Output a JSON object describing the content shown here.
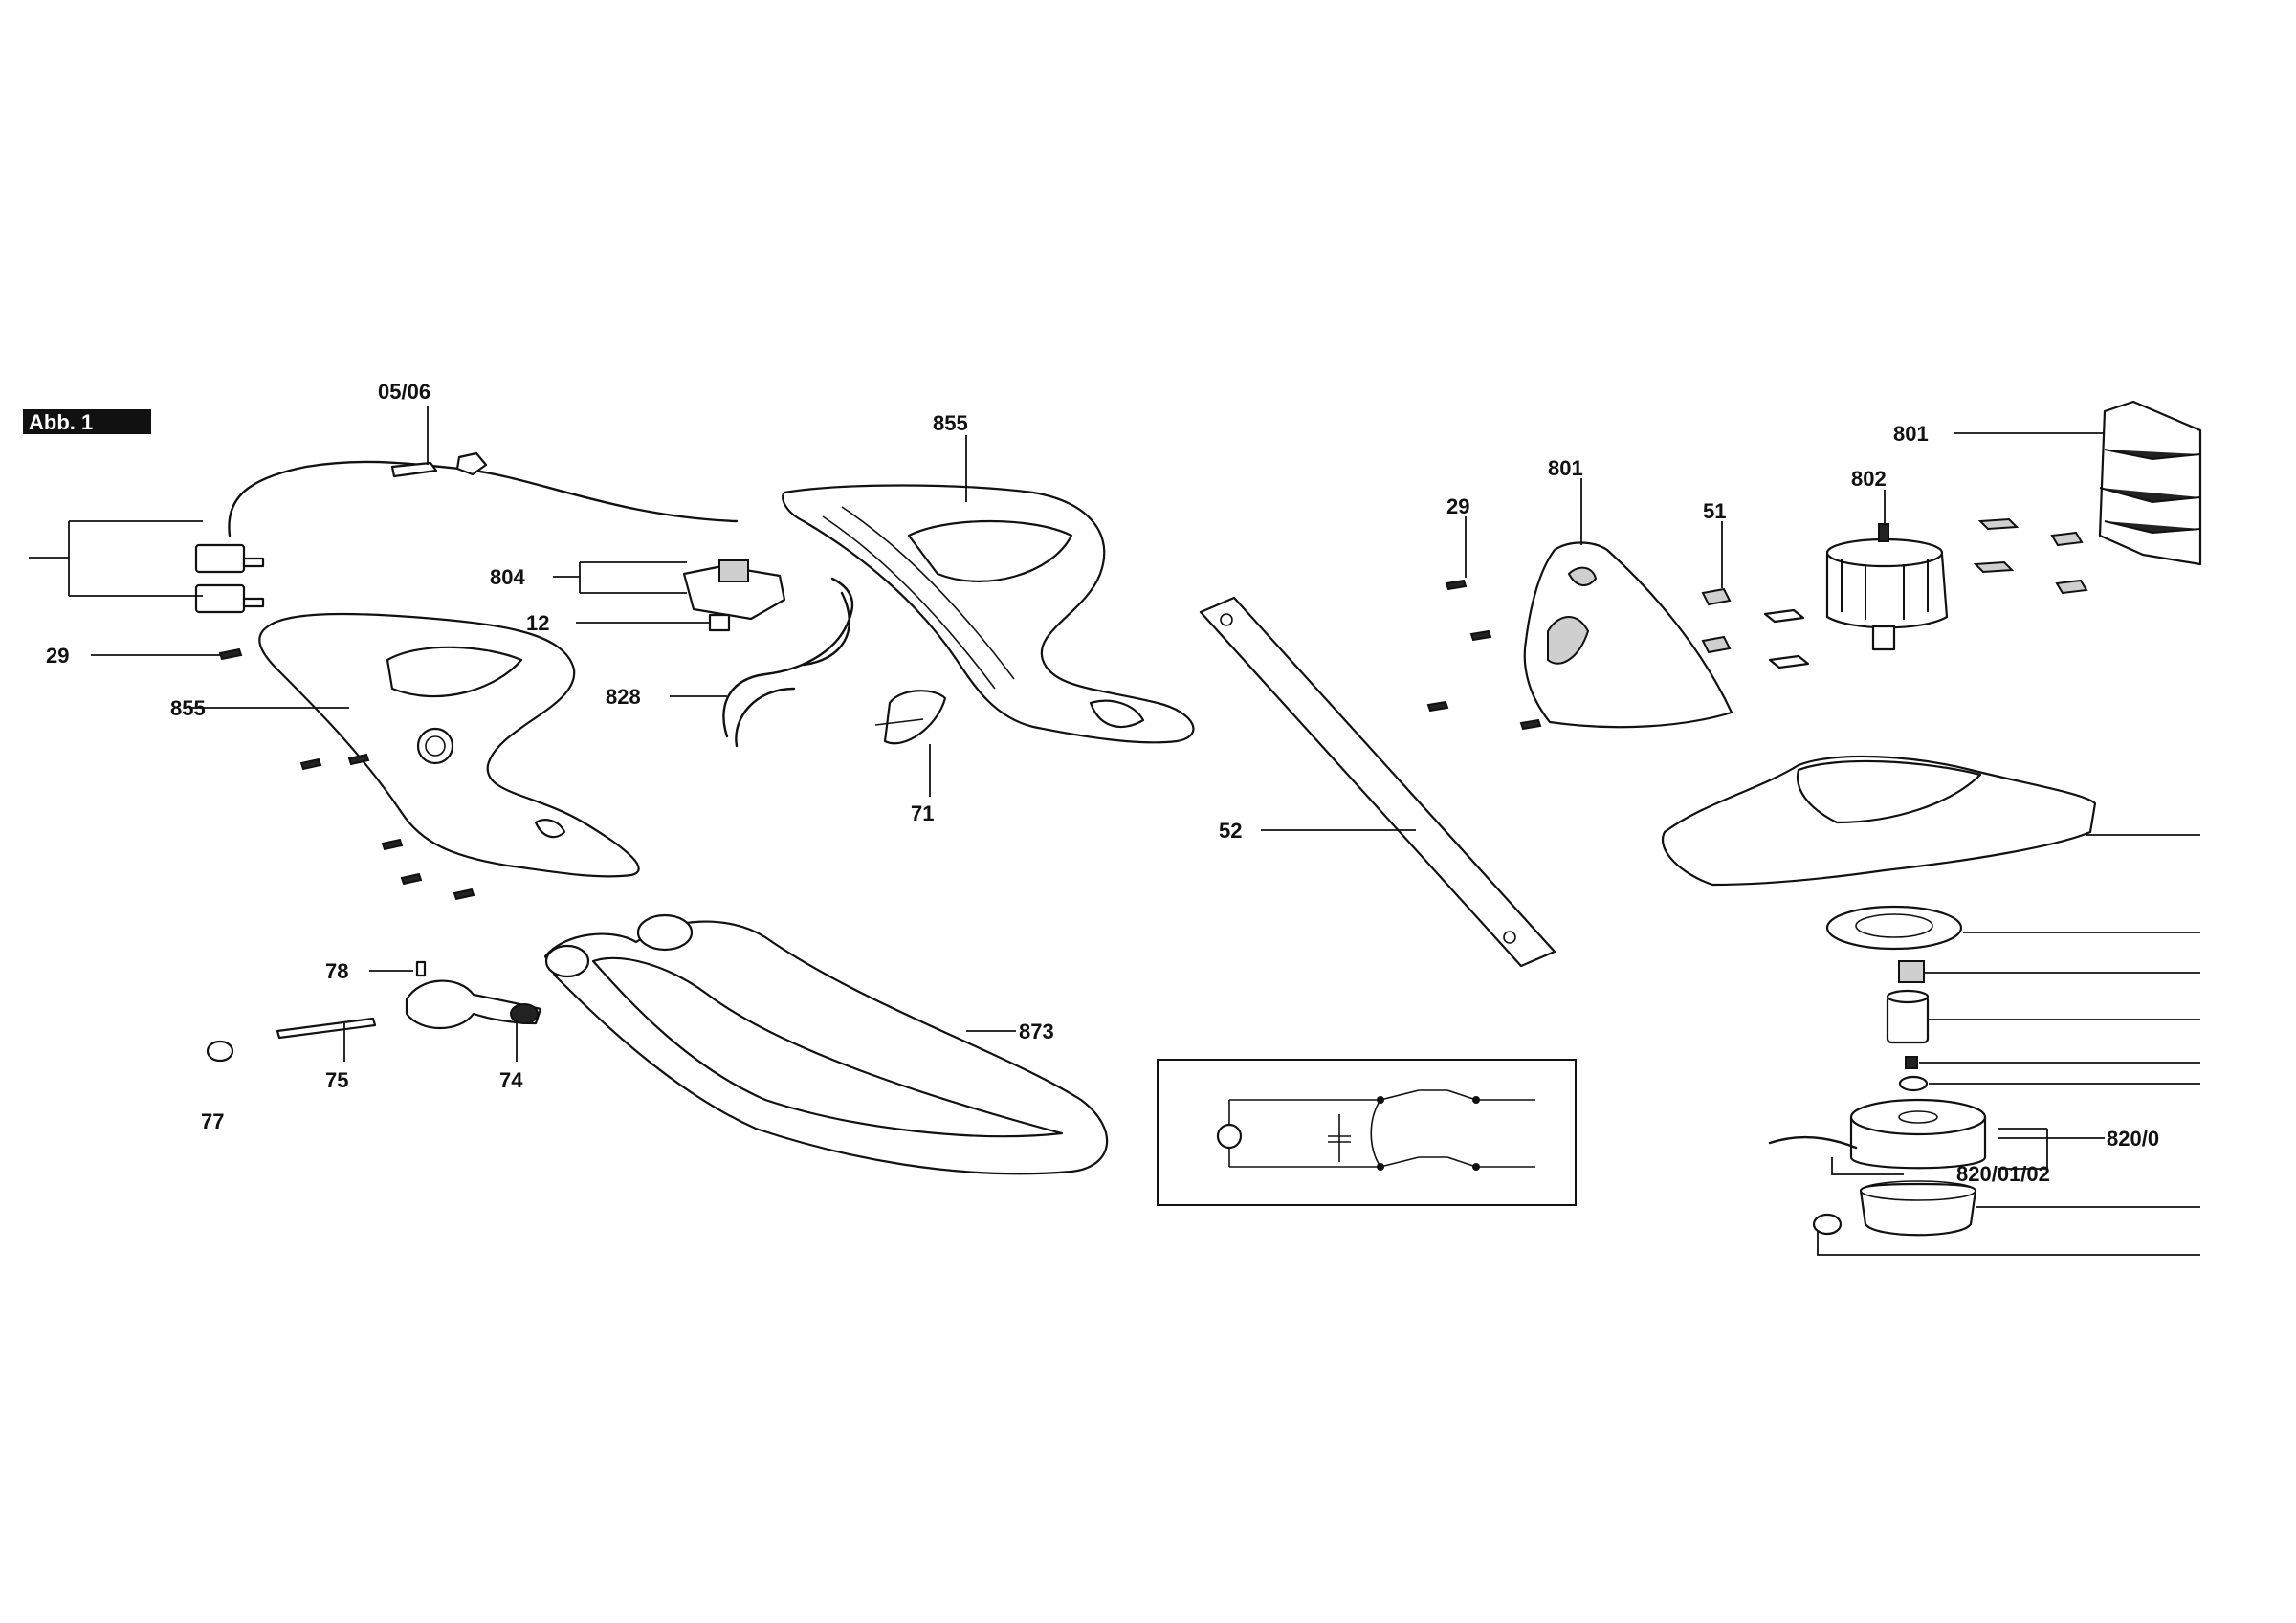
{
  "figure": {
    "tag": "Abb. 1",
    "colors": {
      "ink": "#111111",
      "paper": "#ffffff",
      "tag_bg": "#111111",
      "tag_fg": "#ffffff"
    }
  },
  "labels": {
    "cable": "05/06",
    "handle_half_top": "855",
    "handle_half_left": "855",
    "motor_housing_top": "801",
    "motor_housing_mid": "801",
    "motor": "802",
    "brush_block": "51",
    "screw_top": "29",
    "screw_left": "29",
    "switch": "804",
    "switch_spring": "12",
    "internal_wire": "828",
    "clip": "71",
    "tube": "52",
    "screw_78": "78",
    "pin_75": "75",
    "lever_74": "74",
    "cap_77": "77",
    "bow_handle": "873",
    "spool_assembly": "820/01/02",
    "spool_assembly_cut": "820/0"
  }
}
